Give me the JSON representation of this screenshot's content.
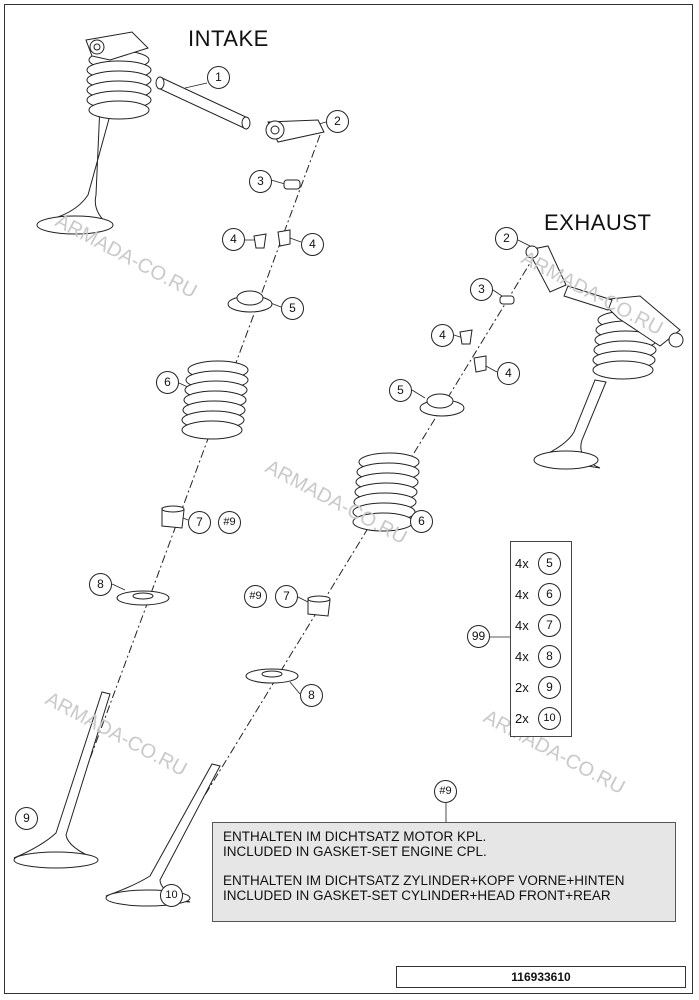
{
  "titles": {
    "intake": "INTAKE",
    "exhaust": "EXHAUST"
  },
  "watermark": "ARMADA-CO.RU",
  "intake_callouts": [
    "1",
    "2",
    "3",
    "4",
    "4",
    "5",
    "6",
    "7",
    "#9",
    "8",
    "9"
  ],
  "exhaust_callouts": [
    "2",
    "3",
    "4",
    "4",
    "5",
    "6",
    "#9",
    "7",
    "8",
    "10"
  ],
  "kit": {
    "callout": "99",
    "items": [
      {
        "qty": "4x",
        "part": "5"
      },
      {
        "qty": "4x",
        "part": "6"
      },
      {
        "qty": "4x",
        "part": "7"
      },
      {
        "qty": "4x",
        "part": "8"
      },
      {
        "qty": "2x",
        "part": "9"
      },
      {
        "qty": "2x",
        "part": "10"
      }
    ]
  },
  "note": {
    "callout": "#9",
    "lines": [
      "ENTHALTEN IM DICHTSATZ MOTOR KPL.",
      "INCLUDED IN GASKET-SET ENGINE CPL.",
      "ENTHALTEN IM DICHTSATZ ZYLINDER+KOPF VORNE+HINTEN",
      "INCLUDED IN GASKET-SET CYLINDER+HEAD FRONT+REAR"
    ]
  },
  "reference_number": "116933610"
}
